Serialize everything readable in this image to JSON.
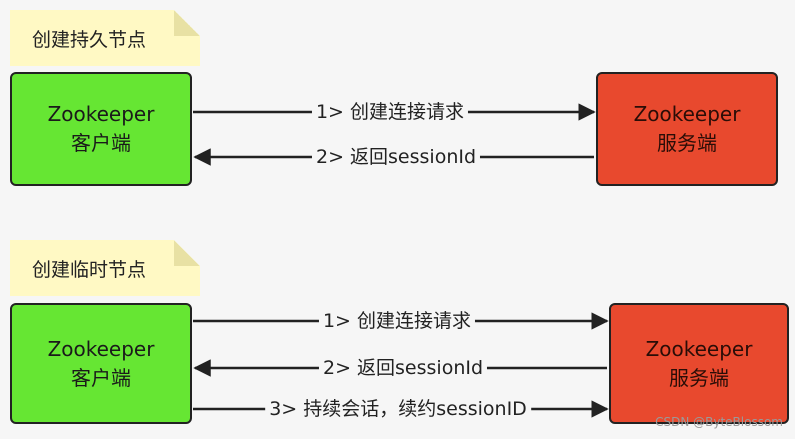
{
  "sections": [
    {
      "title": "创建持久节点",
      "client": {
        "line1": "Zookeeper",
        "line2": "客户端"
      },
      "server": {
        "line1": "Zookeeper",
        "line2": "服务端"
      },
      "arrows": [
        {
          "label": "1> 创建连接请求",
          "direction": "right"
        },
        {
          "label": "2> 返回sessionId",
          "direction": "left"
        }
      ]
    },
    {
      "title": "创建临时节点",
      "client": {
        "line1": "Zookeeper",
        "line2": "客户端"
      },
      "server": {
        "line1": "Zookeeper",
        "line2": "服务端"
      },
      "arrows": [
        {
          "label": "1> 创建连接请求",
          "direction": "right"
        },
        {
          "label": "2> 返回sessionId",
          "direction": "left"
        },
        {
          "label": "3> 持续会话，续约sessionID",
          "direction": "right"
        }
      ]
    }
  ],
  "watermark": "CSDN @ByteBlossom",
  "colors": {
    "client": "#66e633",
    "server": "#e8492e",
    "note": "#fff9c4",
    "line": "#222222"
  }
}
